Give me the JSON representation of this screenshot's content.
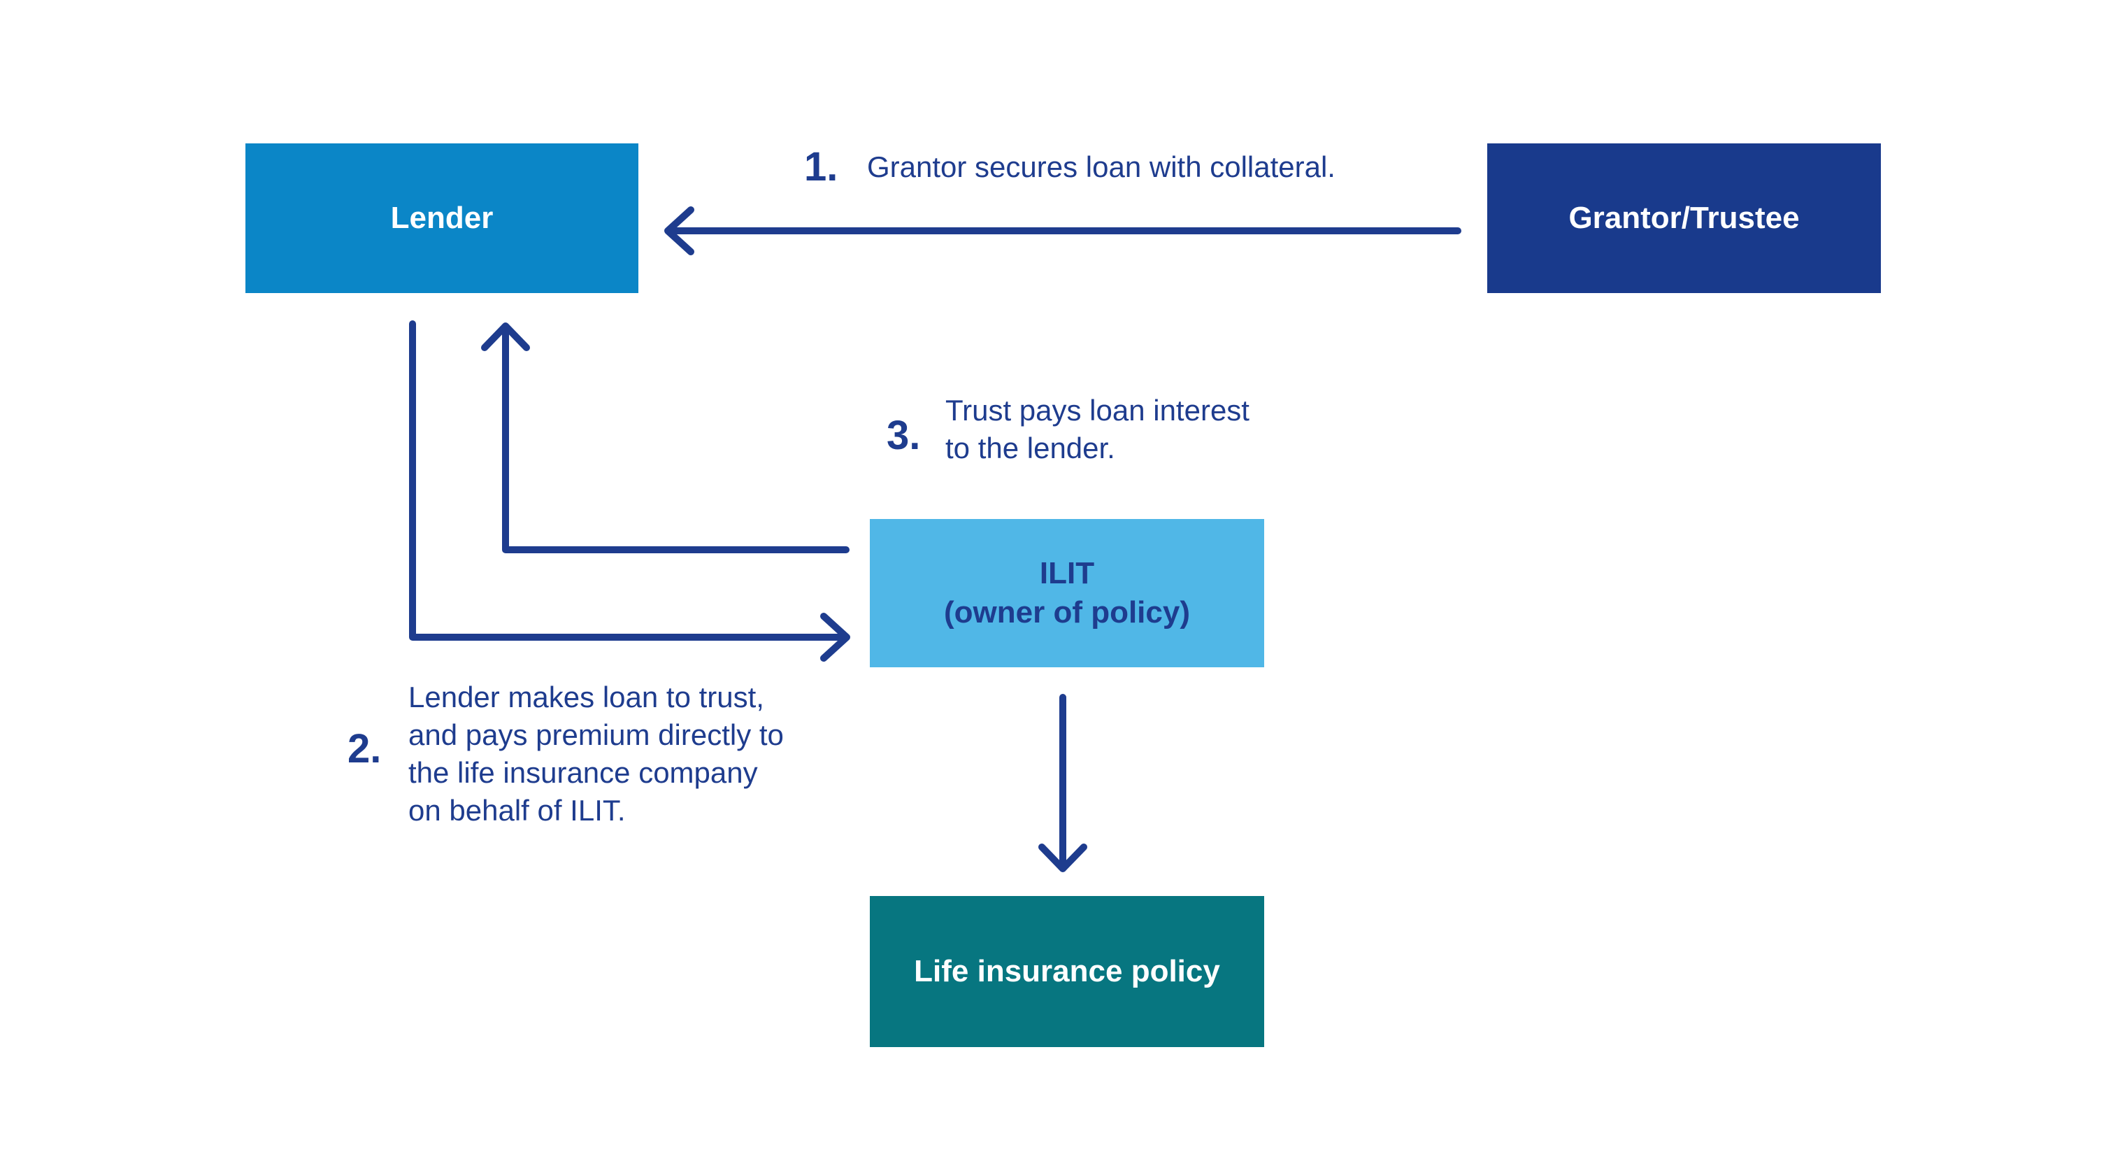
{
  "colors": {
    "background": "#ffffff",
    "lender_fill": "#0b86c7",
    "grantor_fill": "#193a8c",
    "ilit_fill": "#50b7e7",
    "policy_fill": "#077680",
    "accent_navy": "#1e3c8e",
    "box_text_light": "#ffffff"
  },
  "nodes": {
    "lender": {
      "label": "Lender"
    },
    "grantor": {
      "label": "Grantor/Trustee"
    },
    "ilit": {
      "label_line1": "ILIT",
      "label_line2": "(owner of policy)"
    },
    "policy": {
      "label": "Life insurance policy"
    }
  },
  "steps": {
    "step1": {
      "number": "1.",
      "text": "Grantor secures loan with collateral."
    },
    "step2": {
      "number": "2.",
      "text": "Lender makes loan to trust,\nand pays premium directly to\nthe life insurance company\non behalf of ILIT."
    },
    "step3": {
      "number": "3.",
      "text": "Trust pays loan interest\nto the lender."
    }
  },
  "arrows": [
    {
      "name": "arrow-grantor-to-lender",
      "from": "grantor",
      "to": "lender",
      "step": "1."
    },
    {
      "name": "arrow-lender-to-ilit",
      "from": "lender",
      "to": "ilit",
      "step": "2."
    },
    {
      "name": "arrow-ilit-to-lender",
      "from": "ilit",
      "to": "lender",
      "step": "3."
    },
    {
      "name": "arrow-ilit-to-policy",
      "from": "ilit",
      "to": "policy",
      "step": ""
    }
  ]
}
